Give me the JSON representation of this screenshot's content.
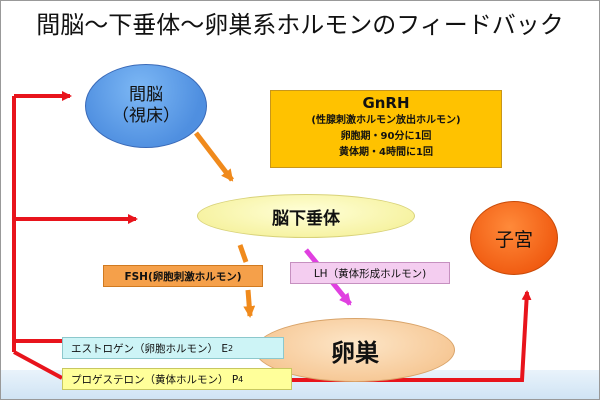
{
  "title": "間脳～下垂体～卵巣系ホルモンのフィードバック",
  "nodes": {
    "hypothalamus_line1": "間脳",
    "hypothalamus_line2": "（視床）",
    "pituitary": "脳下垂体",
    "ovary": "卵巣",
    "uterus": "子宮"
  },
  "gnrh": {
    "title": "GnRH",
    "line1": "(性腺刺激ホルモン放出ホルモン)",
    "line2": "卵胞期・90分に1回",
    "line3": "黄体期・4時間に1回"
  },
  "hormones": {
    "fsh": "FSH(卵胞刺激ホルモン)",
    "lh": "LH（黄体形成ホルモン)",
    "estrogen": "エストロゲン（卵胞ホルモン）  E",
    "estrogen_sub": "2",
    "progesterone": "プロゲステロン（黄体ホルモン）  P",
    "progesterone_sub": "4"
  },
  "colors": {
    "feedback_red": "#e8141c",
    "orange_arrow": "#f08a1c",
    "magenta_arrow": "#e040e0",
    "gnrh_fill": "#ffc200"
  }
}
